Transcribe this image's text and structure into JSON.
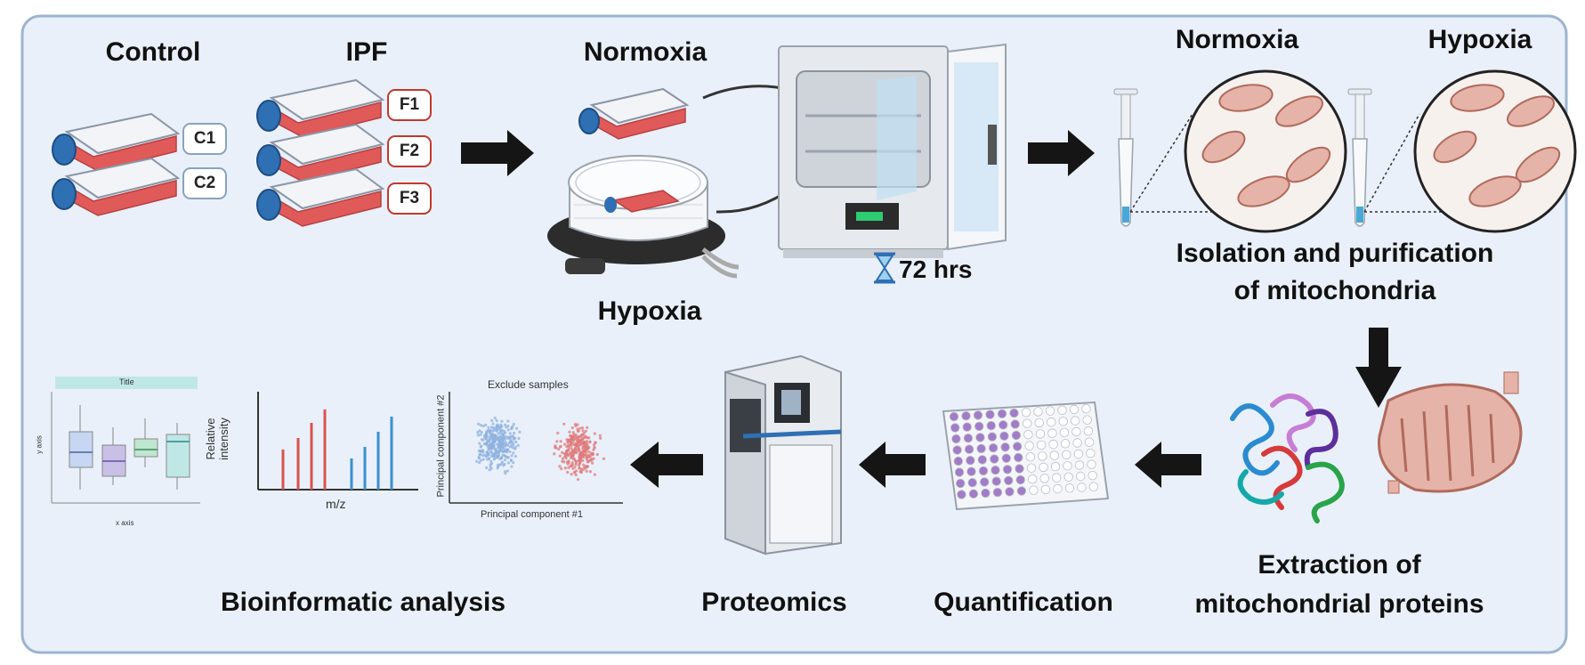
{
  "colors": {
    "panel_bg": "#e9f0f9",
    "panel_border": "#9db4cf",
    "flask_liquid": "#e05a5a",
    "flask_cap": "#2f6fb3",
    "arrow": "#151515",
    "mito_fill": "#e6b3a8",
    "mito_stroke": "#b06a5c",
    "well_purple": "#a27cc8",
    "red_series": "#d9534f",
    "blue_series": "#3b8fd0"
  },
  "top": {
    "control_label": "Control",
    "ipf_label": "IPF",
    "control_tags": [
      "C1",
      "C2"
    ],
    "ipf_tags": [
      "F1",
      "F2",
      "F3"
    ],
    "normoxia_label": "Normoxia",
    "hypoxia_label": "Hypoxia",
    "duration_label": "72 hrs",
    "duration_icon": "hourglass-icon",
    "mito_normoxia_label": "Normoxia",
    "mito_hypoxia_label": "Hypoxia",
    "isolation_label_line1": "Isolation and purification",
    "isolation_label_line2": "of mitochondria"
  },
  "bottom": {
    "extraction_line1": "Extraction of",
    "extraction_line2": "mitochondrial proteins",
    "quantification_label": "Quantification",
    "proteomics_label": "Proteomics",
    "bioinformatic_label": "Bioinformatic analysis",
    "boxplot_title": "Title",
    "boxplot_xaxis": "x axis",
    "boxplot_yaxis": "y axis",
    "spectrum_ylabel_line1": "Relative",
    "spectrum_ylabel_line2": "intensity",
    "spectrum_xlabel": "m/z",
    "pca_title": "Exclude samples",
    "pca_xlabel": "Principal component #1",
    "pca_ylabel": "Principal component #2"
  }
}
